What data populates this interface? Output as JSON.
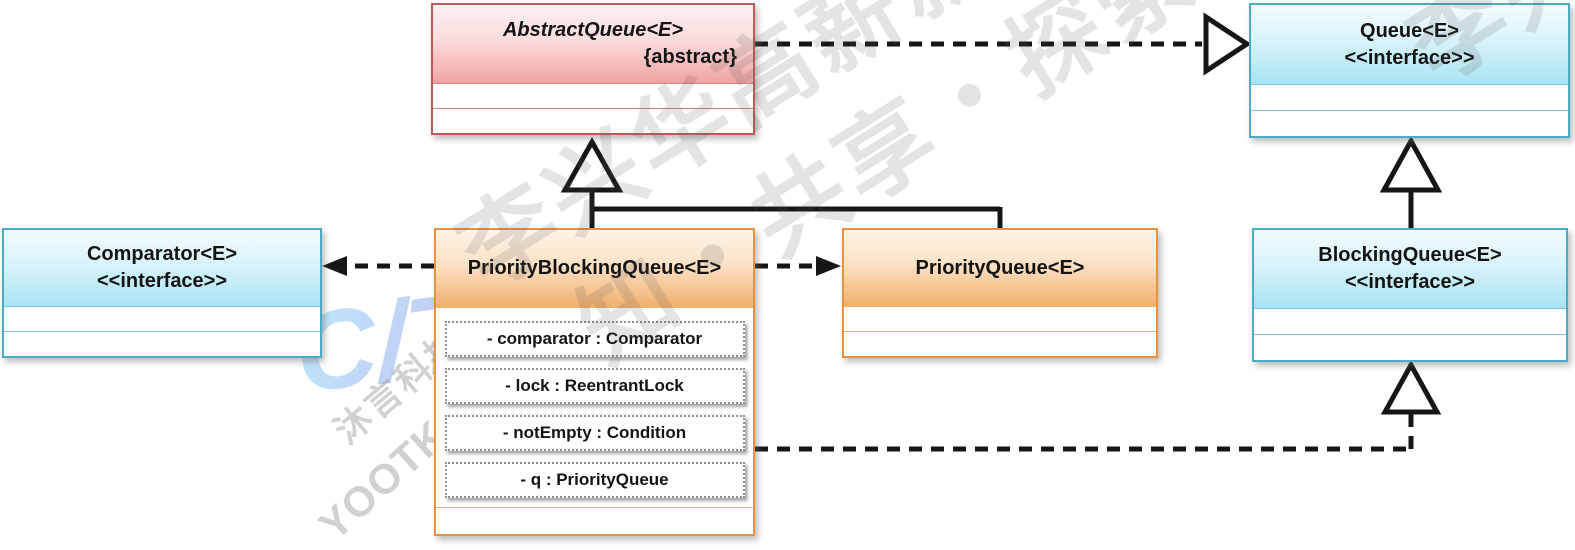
{
  "classes": [
    {
      "name": "AbstractQueue<E>",
      "stereotype": "{abstract}",
      "kind": "abstract-class"
    },
    {
      "name": "Queue<E>",
      "stereotype": "<<interface>>",
      "kind": "interface"
    },
    {
      "name": "Comparator<E>",
      "stereotype": "<<interface>>",
      "kind": "interface"
    },
    {
      "name": "PriorityBlockingQueue<E>",
      "kind": "class",
      "fields": [
        "- comparator : Comparator",
        "- lock : ReentrantLock",
        "- notEmpty : Condition",
        "- q : PriorityQueue"
      ]
    },
    {
      "name": "PriorityQueue<E>",
      "kind": "class"
    },
    {
      "name": "BlockingQueue<E>",
      "stereotype": "<<interface>>",
      "kind": "interface"
    }
  ],
  "relations": [
    "AbstractQueue<E> ..|> Queue<E>",
    "PriorityBlockingQueue<E> --|> AbstractQueue<E>",
    "PriorityQueue<E> --|> AbstractQueue<E>",
    "PriorityBlockingQueue<E> ..> Comparator<E>",
    "PriorityBlockingQueue<E> ..> PriorityQueue<E>",
    "BlockingQueue<E> --|> Queue<E>",
    "PriorityBlockingQueue<E> ..|> BlockingQueue<E>"
  ],
  "watermark": {
    "brand_band": "李兴华高薪就业编程",
    "slogan_band": "知・共享・探索",
    "corner_band": "李兴华高薪就业编程",
    "logo_monogram": "C/T",
    "logo_name": "沐言科技",
    "logo_site": "YOOTK.COM"
  },
  "colors": {
    "abstract_fill": "#f2a2a2",
    "abstract_border": "#c05a5a",
    "interface_fill": "#a9e3f3",
    "interface_border": "#4bacc6",
    "class_fill": "#f2af6a",
    "class_border": "#e8913f",
    "connector": "#161616"
  }
}
